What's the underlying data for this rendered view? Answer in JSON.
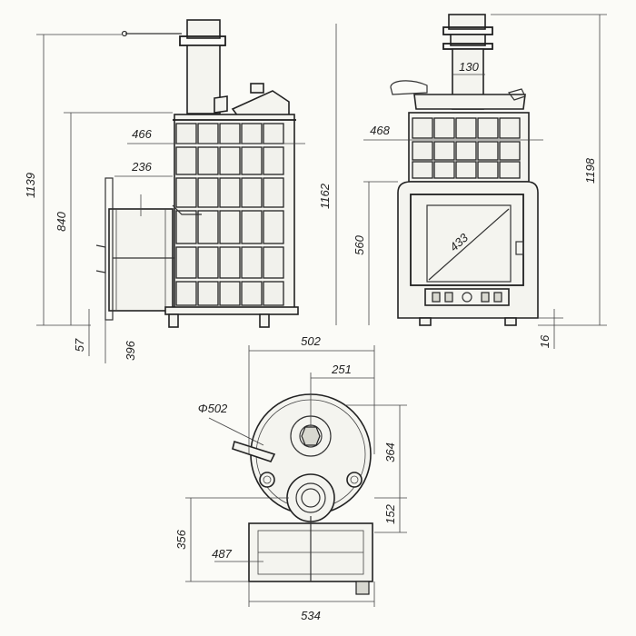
{
  "dimensions": {
    "side_total_height": "1139",
    "side_body_height": "840",
    "side_stone_width": "466",
    "side_tank_width": "236",
    "side_middle_height": "1162",
    "side_foot": "57",
    "side_tank_offset": "396",
    "front_pipe": "130",
    "front_stone_width": "468",
    "front_door_diag": "433",
    "front_door_height": "560",
    "front_total_height": "1198",
    "front_foot": "16",
    "plan_width": "502",
    "plan_half": "251",
    "plan_diameter": "Φ502",
    "plan_depth_a": "364",
    "plan_depth_b": "152",
    "plan_tank_depth": "356",
    "plan_tank_width": "487",
    "plan_total_width": "534"
  }
}
